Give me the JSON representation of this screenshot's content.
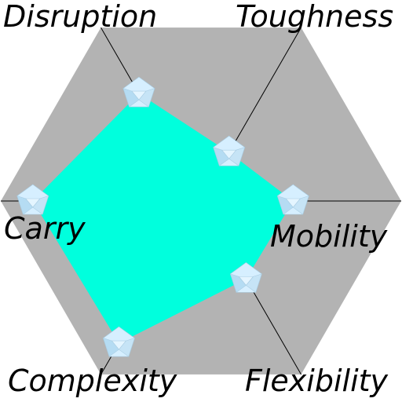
{
  "colors": {
    "background": "#ffffff",
    "hexagon": "#b3b3b3",
    "polygon": "#00ffdd",
    "spoke": "#000000",
    "marker_top": "#d6efff",
    "marker_left": "#b5dcf3",
    "marker_right": "#c6e4f6"
  },
  "icons": {
    "marker": "gem-icon"
  },
  "chart_data": {
    "type": "radar",
    "title": "",
    "axes": [
      "Disruption",
      "Toughness",
      "Mobility",
      "Flexibility",
      "Complexity",
      "Carry"
    ],
    "range": [
      0,
      1
    ],
    "grid": false,
    "legend": "none",
    "series": [
      {
        "values": [
          0.62,
          0.28,
          0.46,
          0.45,
          0.82,
          0.84
        ]
      }
    ]
  }
}
